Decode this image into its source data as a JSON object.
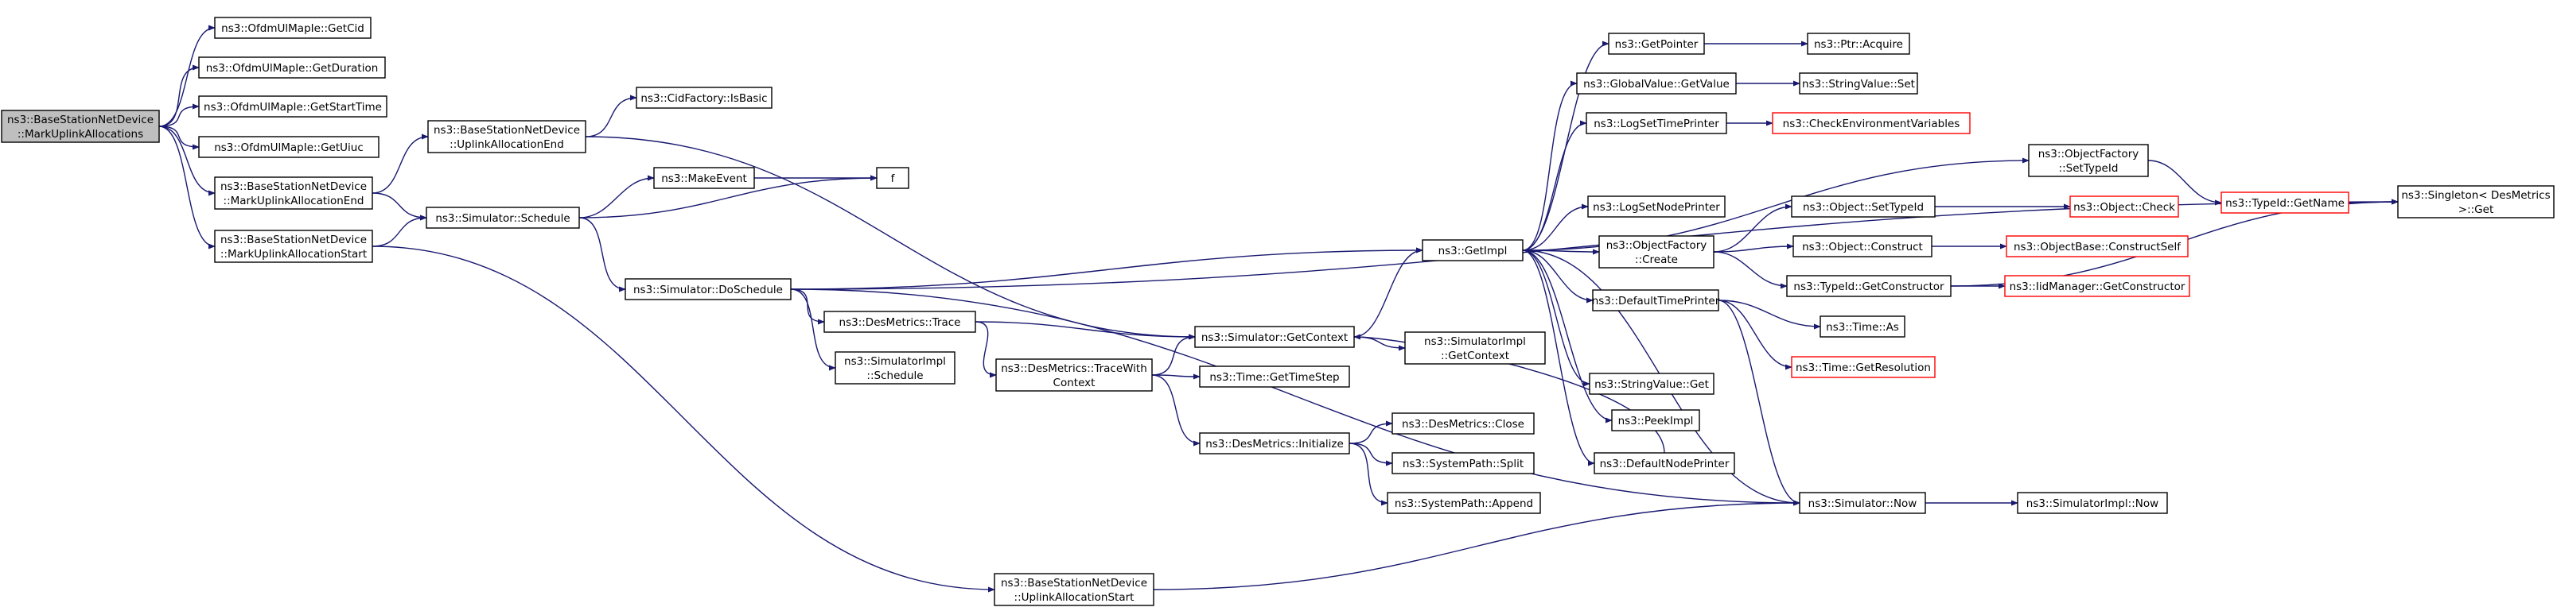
{
  "colors": {
    "edge": "#191970",
    "focus_fill": "#bfbfbf",
    "truncated_border": "#ff0000"
  },
  "nodes": [
    {
      "id": "n0",
      "lines": [
        "ns3::BaseStationNetDevice",
        "::MarkUplinkAllocations"
      ],
      "focus": true
    },
    {
      "id": "n1",
      "lines": [
        "ns3::OfdmUlMapIe::GetCid"
      ]
    },
    {
      "id": "n2",
      "lines": [
        "ns3::OfdmUlMapIe::GetDuration"
      ]
    },
    {
      "id": "n3",
      "lines": [
        "ns3::OfdmUlMapIe::GetStartTime"
      ]
    },
    {
      "id": "n4",
      "lines": [
        "ns3::OfdmUlMapIe::GetUiuc"
      ]
    },
    {
      "id": "n5",
      "lines": [
        "ns3::BaseStationNetDevice",
        "::MarkUplinkAllocationEnd"
      ]
    },
    {
      "id": "n6",
      "lines": [
        "ns3::BaseStationNetDevice",
        "::MarkUplinkAllocationStart"
      ]
    },
    {
      "id": "n7",
      "lines": [
        "ns3::BaseStationNetDevice",
        "::UplinkAllocationEnd"
      ]
    },
    {
      "id": "n8",
      "lines": [
        "ns3::CidFactory::IsBasic"
      ]
    },
    {
      "id": "n9",
      "lines": [
        "ns3::Simulator::Schedule"
      ]
    },
    {
      "id": "n10",
      "lines": [
        "ns3::MakeEvent"
      ]
    },
    {
      "id": "n11",
      "lines": [
        "f"
      ]
    },
    {
      "id": "n12",
      "lines": [
        "ns3::Simulator::DoSchedule"
      ]
    },
    {
      "id": "n13",
      "lines": [
        "ns3::DesMetrics::Trace"
      ]
    },
    {
      "id": "n14",
      "lines": [
        "ns3::SimulatorImpl",
        "::Schedule"
      ]
    },
    {
      "id": "n15",
      "lines": [
        "ns3::DesMetrics::TraceWith",
        "Context"
      ]
    },
    {
      "id": "n16",
      "lines": [
        "ns3::Simulator::GetContext"
      ]
    },
    {
      "id": "n17",
      "lines": [
        "ns3::Time::GetTimeStep"
      ]
    },
    {
      "id": "n18",
      "lines": [
        "ns3::DesMetrics::Initialize"
      ]
    },
    {
      "id": "n19",
      "lines": [
        "ns3::SimulatorImpl",
        "::GetContext"
      ]
    },
    {
      "id": "n20",
      "lines": [
        "ns3::DesMetrics::Close"
      ]
    },
    {
      "id": "n21",
      "lines": [
        "ns3::SystemPath::Split"
      ]
    },
    {
      "id": "n22",
      "lines": [
        "ns3::SystemPath::Append"
      ]
    },
    {
      "id": "n23",
      "lines": [
        "ns3::BaseStationNetDevice",
        "::UplinkAllocationStart"
      ]
    },
    {
      "id": "n24",
      "lines": [
        "ns3::GetImpl"
      ]
    },
    {
      "id": "n25",
      "lines": [
        "ns3::GetPointer"
      ]
    },
    {
      "id": "n26",
      "lines": [
        "ns3::GlobalValue::GetValue"
      ]
    },
    {
      "id": "n27",
      "lines": [
        "ns3::LogSetTimePrinter"
      ]
    },
    {
      "id": "n28",
      "lines": [
        "ns3::LogSetNodePrinter"
      ]
    },
    {
      "id": "n29",
      "lines": [
        "ns3::ObjectFactory",
        "::Create"
      ]
    },
    {
      "id": "n30",
      "lines": [
        "ns3::DefaultTimePrinter"
      ]
    },
    {
      "id": "n31",
      "lines": [
        "ns3::StringValue::Get"
      ]
    },
    {
      "id": "n32",
      "lines": [
        "ns3::PeekImpl"
      ]
    },
    {
      "id": "n33",
      "lines": [
        "ns3::DefaultNodePrinter"
      ]
    },
    {
      "id": "n34",
      "lines": [
        "ns3::Simulator::Now"
      ]
    },
    {
      "id": "n35",
      "lines": [
        "ns3::Ptr::Acquire"
      ]
    },
    {
      "id": "n36",
      "lines": [
        "ns3::StringValue::Set"
      ]
    },
    {
      "id": "n37",
      "lines": [
        "ns3::CheckEnvironmentVariables"
      ],
      "truncated": true
    },
    {
      "id": "n38",
      "lines": [
        "ns3::ObjectFactory",
        "::SetTypeId"
      ]
    },
    {
      "id": "n39",
      "lines": [
        "ns3::Object::SetTypeId"
      ]
    },
    {
      "id": "n40",
      "lines": [
        "ns3::Object::Construct"
      ]
    },
    {
      "id": "n41",
      "lines": [
        "ns3::TypeId::GetConstructor"
      ]
    },
    {
      "id": "n42",
      "lines": [
        "ns3::Time::As"
      ]
    },
    {
      "id": "n43",
      "lines": [
        "ns3::Time::GetResolution"
      ],
      "truncated": true
    },
    {
      "id": "n44",
      "lines": [
        "ns3::SimulatorImpl::Now"
      ]
    },
    {
      "id": "n45",
      "lines": [
        "ns3::Object::Check"
      ],
      "truncated": true
    },
    {
      "id": "n46",
      "lines": [
        "ns3::ObjectBase::ConstructSelf"
      ],
      "truncated": true
    },
    {
      "id": "n47",
      "lines": [
        "ns3::IidManager::GetConstructor"
      ],
      "truncated": true
    },
    {
      "id": "n48",
      "lines": [
        "ns3::TypeId::GetName"
      ],
      "truncated": true
    },
    {
      "id": "n49",
      "lines": [
        "ns3::Singleton< DesMetrics",
        ">::Get"
      ]
    }
  ],
  "edges": [
    [
      "n0",
      "n1"
    ],
    [
      "n0",
      "n2"
    ],
    [
      "n0",
      "n3"
    ],
    [
      "n0",
      "n4"
    ],
    [
      "n0",
      "n5"
    ],
    [
      "n0",
      "n6"
    ],
    [
      "n5",
      "n7"
    ],
    [
      "n5",
      "n9"
    ],
    [
      "n6",
      "n9"
    ],
    [
      "n6",
      "n23"
    ],
    [
      "n7",
      "n8"
    ],
    [
      "n7",
      "n16"
    ],
    [
      "n9",
      "n10"
    ],
    [
      "n9",
      "n11"
    ],
    [
      "n9",
      "n12"
    ],
    [
      "n10",
      "n11"
    ],
    [
      "n12",
      "n13"
    ],
    [
      "n12",
      "n14"
    ],
    [
      "n12",
      "n24"
    ],
    [
      "n12",
      "n34"
    ],
    [
      "n12",
      "n49"
    ],
    [
      "n13",
      "n15"
    ],
    [
      "n13",
      "n16"
    ],
    [
      "n15",
      "n16"
    ],
    [
      "n15",
      "n17"
    ],
    [
      "n15",
      "n18"
    ],
    [
      "n16",
      "n19"
    ],
    [
      "n16",
      "n24"
    ],
    [
      "n18",
      "n20"
    ],
    [
      "n18",
      "n21"
    ],
    [
      "n18",
      "n22"
    ],
    [
      "n23",
      "n34"
    ],
    [
      "n24",
      "n25"
    ],
    [
      "n24",
      "n26"
    ],
    [
      "n24",
      "n27"
    ],
    [
      "n24",
      "n28"
    ],
    [
      "n24",
      "n29"
    ],
    [
      "n24",
      "n30"
    ],
    [
      "n24",
      "n31"
    ],
    [
      "n24",
      "n32"
    ],
    [
      "n24",
      "n33"
    ],
    [
      "n24",
      "n34"
    ],
    [
      "n24",
      "n38"
    ],
    [
      "n25",
      "n35"
    ],
    [
      "n26",
      "n36"
    ],
    [
      "n27",
      "n37"
    ],
    [
      "n29",
      "n39"
    ],
    [
      "n29",
      "n40"
    ],
    [
      "n29",
      "n41"
    ],
    [
      "n30",
      "n42"
    ],
    [
      "n30",
      "n43"
    ],
    [
      "n30",
      "n34"
    ],
    [
      "n33",
      "n16"
    ],
    [
      "n34",
      "n44"
    ],
    [
      "n38",
      "n48"
    ],
    [
      "n39",
      "n45"
    ],
    [
      "n40",
      "n46"
    ],
    [
      "n41",
      "n47"
    ],
    [
      "n41",
      "n49"
    ],
    [
      "n48",
      "n49"
    ]
  ]
}
